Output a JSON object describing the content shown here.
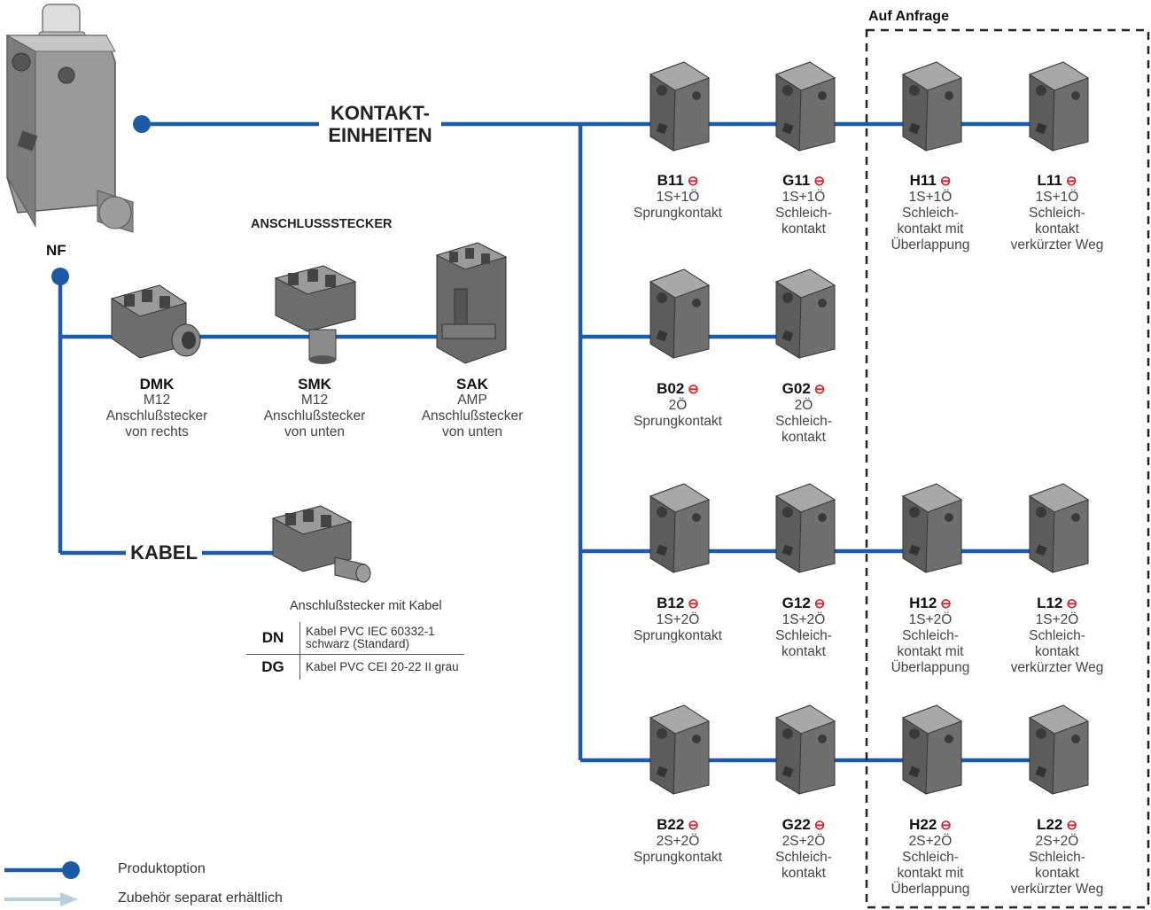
{
  "colors": {
    "line": "#1f5aa6",
    "dot": "#1f5aa6",
    "accessory": "#b8cfe0",
    "option_icon": "#d6242f"
  },
  "base": {
    "code": "NF"
  },
  "on_request": "Auf Anfrage",
  "contact_units": {
    "label_line1": "KONTAKT-",
    "label_line2": "EINHEITEN"
  },
  "connectors": {
    "header": "ANSCHLUSSSTECKER",
    "items": [
      {
        "code": "DMK",
        "line1": "M12",
        "line2": "Anschlußstecker",
        "line3": "von rechts"
      },
      {
        "code": "SMK",
        "line1": "M12",
        "line2": "Anschlußstecker",
        "line3": "von unten"
      },
      {
        "code": "SAK",
        "line1": "AMP",
        "line2": "Anschlußstecker",
        "line3": "von unten"
      }
    ]
  },
  "cable": {
    "label": "KABEL",
    "caption": "Anschlußstecker mit Kabel",
    "rows": [
      {
        "code": "DN",
        "text_line1": "Kabel PVC IEC 60332-1",
        "text_line2": "schwarz (Standard)"
      },
      {
        "code": "DG",
        "text_line1": "Kabel PVC CEI 20-22 II grau",
        "text_line2": ""
      }
    ]
  },
  "option_icon": "⊖",
  "units": [
    {
      "code": "B11",
      "line1": "1S+1Ö",
      "line2": "Sprungkontakt",
      "line3": "",
      "line4": ""
    },
    {
      "code": "G11",
      "line1": "1S+1Ö",
      "line2": "Schleich-",
      "line3": "kontakt",
      "line4": ""
    },
    {
      "code": "H11",
      "line1": "1S+1Ö",
      "line2": "Schleich-",
      "line3": "kontakt mit",
      "line4": "Überlappung"
    },
    {
      "code": "L11",
      "line1": "1S+1Ö",
      "line2": "Schleich-",
      "line3": "kontakt",
      "line4": "verkürzter Weg"
    },
    {
      "code": "B02",
      "line1": "2Ö",
      "line2": "Sprungkontakt",
      "line3": "",
      "line4": ""
    },
    {
      "code": "G02",
      "line1": "2Ö",
      "line2": "Schleich-",
      "line3": "kontakt",
      "line4": ""
    },
    {
      "code": "B12",
      "line1": "1S+2Ö",
      "line2": "Sprungkontakt",
      "line3": "",
      "line4": ""
    },
    {
      "code": "G12",
      "line1": "1S+2Ö",
      "line2": "Schleich-",
      "line3": "kontakt",
      "line4": ""
    },
    {
      "code": "H12",
      "line1": "1S+2Ö",
      "line2": "Schleich-",
      "line3": "kontakt mit",
      "line4": "Überlappung"
    },
    {
      "code": "L12",
      "line1": "1S+2Ö",
      "line2": "Schleich-",
      "line3": "kontakt",
      "line4": "verkürzter Weg"
    },
    {
      "code": "B22",
      "line1": "2S+2Ö",
      "line2": "Sprungkontakt",
      "line3": "",
      "line4": ""
    },
    {
      "code": "G22",
      "line1": "2S+2Ö",
      "line2": "Schleich-",
      "line3": "kontakt",
      "line4": ""
    },
    {
      "code": "H22",
      "line1": "2S+2Ö",
      "line2": "Schleich-",
      "line3": "kontakt mit",
      "line4": "Überlappung"
    },
    {
      "code": "L22",
      "line1": "2S+2Ö",
      "line2": "Schleich-",
      "line3": "kontakt",
      "line4": "verkürzter Weg"
    }
  ],
  "legend": [
    {
      "icon": "line-with-dot-icon",
      "text": "Produktoption"
    },
    {
      "icon": "arrow-icon",
      "text": "Zubehör separat erhältlich"
    }
  ]
}
